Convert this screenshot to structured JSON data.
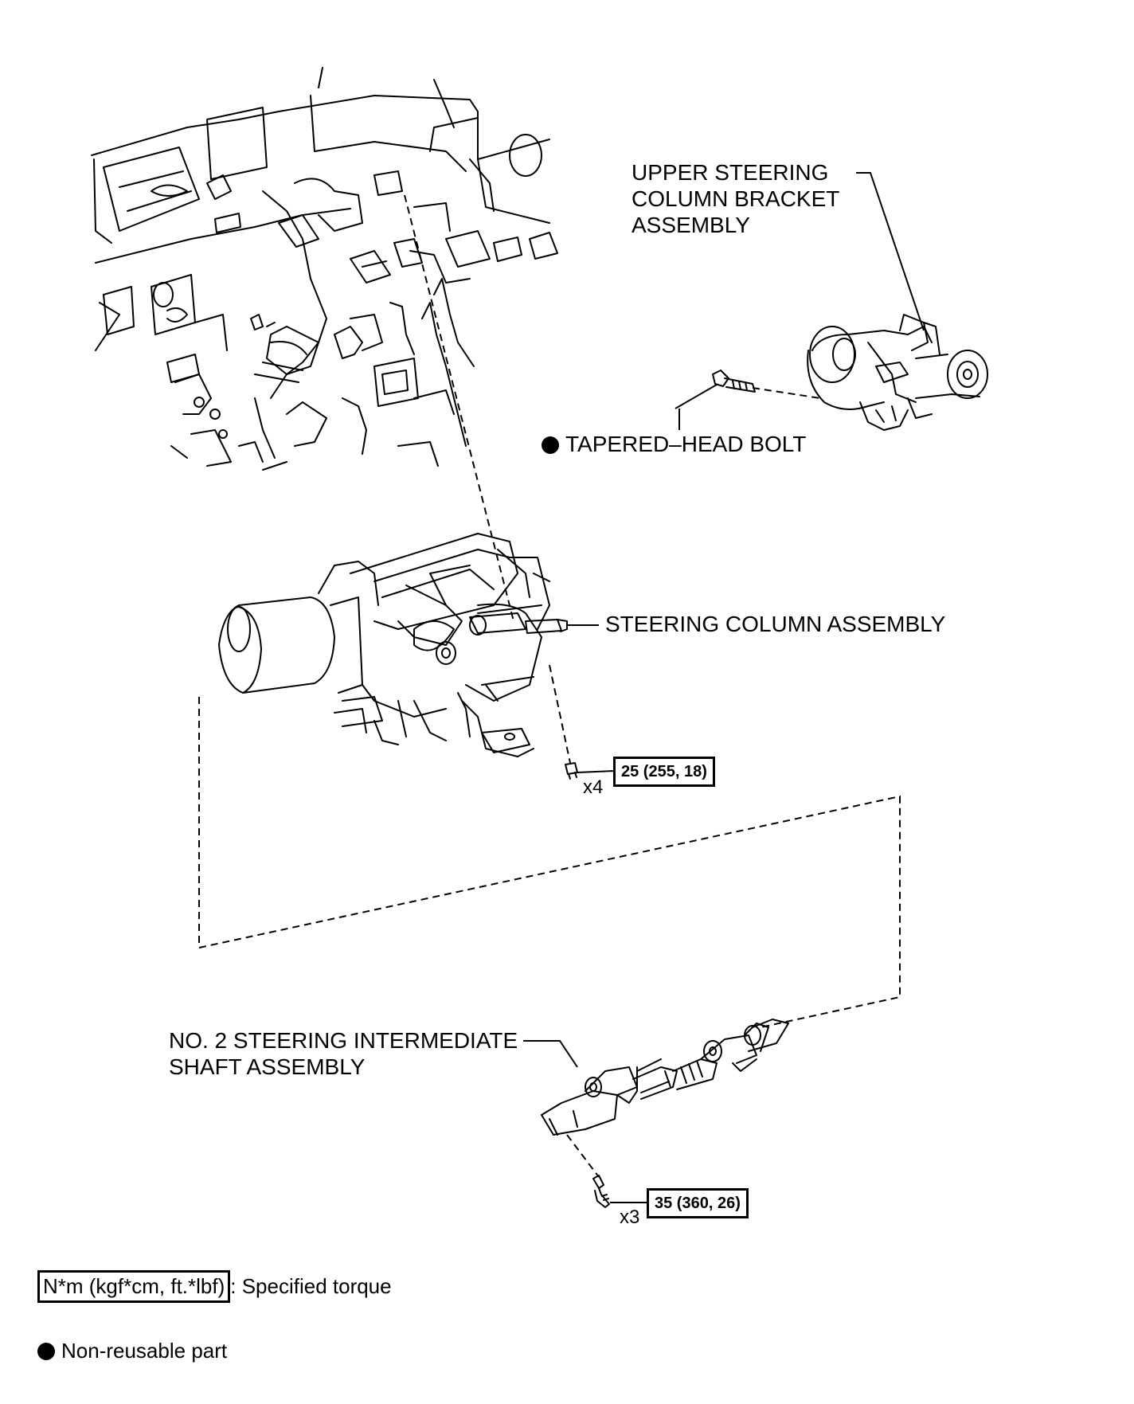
{
  "labels": {
    "upper_bracket": [
      "UPPER STEERING",
      "COLUMN BRACKET",
      "ASSEMBLY"
    ],
    "tapered_bolt": "TAPERED–HEAD BOLT",
    "steering_column": "STEERING COLUMN ASSEMBLY",
    "intermediate_shaft": [
      "NO. 2 STEERING INTERMEDIATE",
      "SHAFT ASSEMBLY"
    ]
  },
  "torques": {
    "column_nut": {
      "value": "25 (255, 18)",
      "qty": "x4"
    },
    "shaft_bolt": {
      "value": "35 (360, 26)",
      "qty": "x3"
    }
  },
  "legend": {
    "torque_unit": "N*m (kgf*cm, ft.*lbf)",
    "torque_desc": ": Specified torque",
    "nonreusable_desc": "Non-reusable part"
  },
  "icons": {
    "nonreusable_marker": "filled-circle-icon"
  }
}
